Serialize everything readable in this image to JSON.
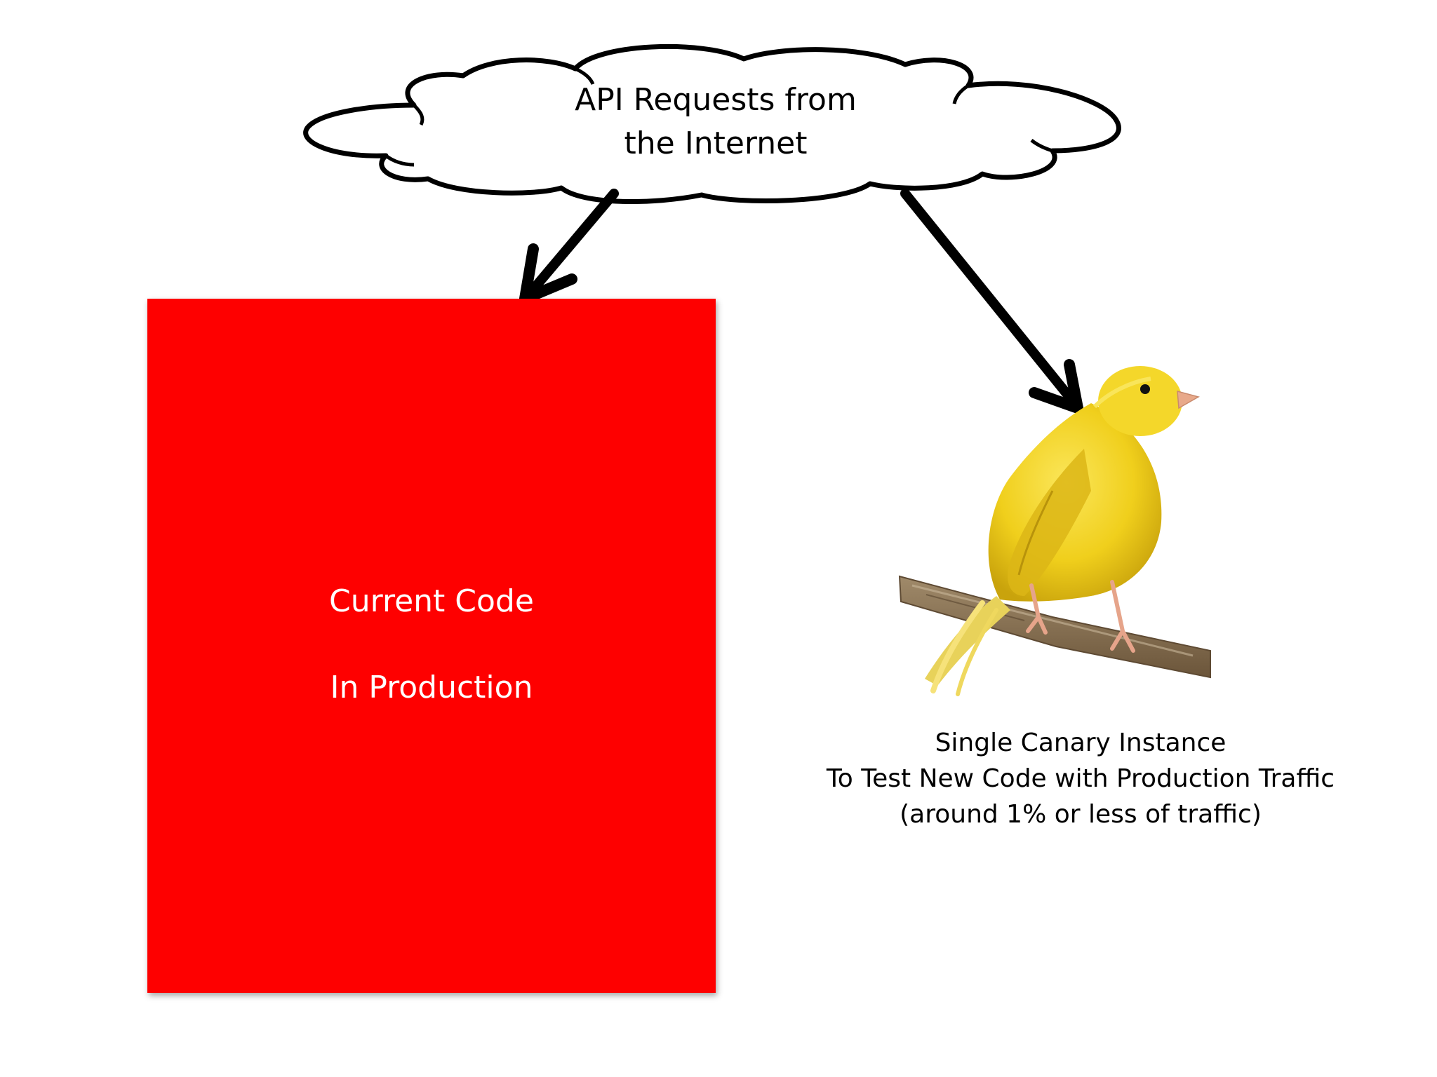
{
  "slide": {
    "background": "#ffffff"
  },
  "cloud": {
    "line1": "API Requests from",
    "line2": "the Internet",
    "fill": "#ffffff",
    "stroke": "#000000"
  },
  "production": {
    "line1": "Current Code",
    "line2": "In Production",
    "fill": "#fe0000",
    "text_color": "#ffffff"
  },
  "canary": {
    "caption_line1": "Single Canary Instance",
    "caption_line2": "To Test New Code with Production Traffic",
    "caption_line3": "(around 1% or less of traffic)",
    "image": "canary-bird-on-branch",
    "bird_color": "#f2d21a",
    "branch_color": "#8a7455"
  },
  "arrows": {
    "color": "#000000",
    "to_production": "arrow-to-production",
    "to_canary": "arrow-to-canary"
  }
}
